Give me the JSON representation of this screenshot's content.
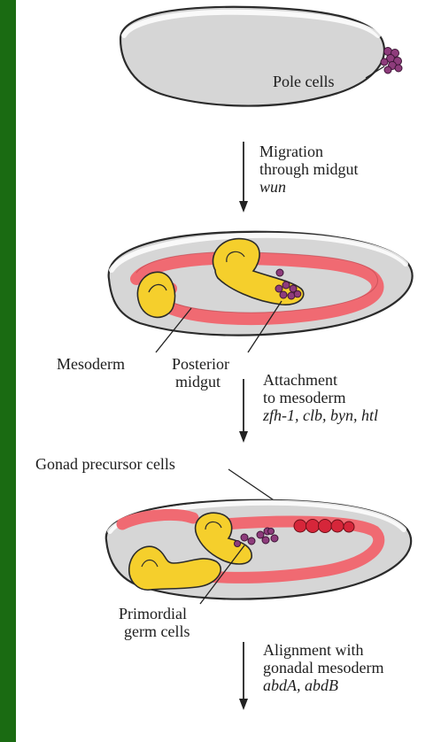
{
  "colors": {
    "frame": "#1a6b12",
    "embryo_fill": "#d6d6d6",
    "embryo_outline": "#2b2b2b",
    "mesoderm": "#f06a72",
    "midgut": "#f5cf2c",
    "pole_cells": "#8e3c7c",
    "gonad_cells": "#d6263a"
  },
  "stage1": {
    "pole_cells_label": "Pole cells"
  },
  "step1": {
    "line1": "Migration",
    "line2": "through midgut",
    "genes": "wun"
  },
  "stage2": {
    "mesoderm_label": "Mesoderm",
    "posterior_midgut_line1": "Posterior",
    "posterior_midgut_line2": "midgut"
  },
  "step2": {
    "line1": "Attachment",
    "line2": "to mesoderm",
    "genes": "zfh-1, clb, byn, htl"
  },
  "stage3": {
    "gonad_precursor_label": "Gonad precursor cells",
    "primordial_line1": "Primordial",
    "primordial_line2": "germ cells"
  },
  "step3": {
    "line1": "Alignment with",
    "line2": "gonadal mesoderm",
    "genes": "abdA, abdB"
  }
}
